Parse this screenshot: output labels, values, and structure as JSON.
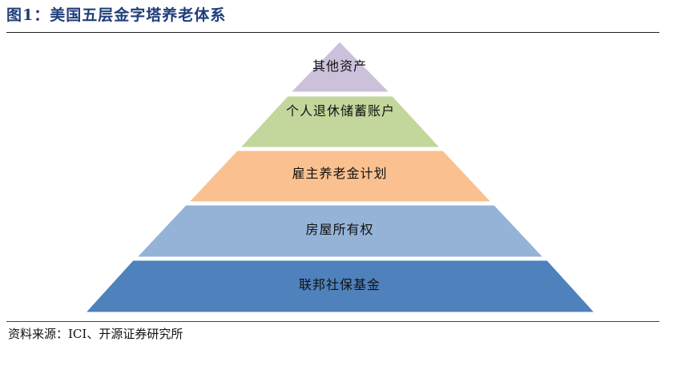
{
  "figure": {
    "title": "图1：美国五层金字塔养老体系",
    "source": "资料来源：ICI、开源证券研究所"
  },
  "pyramid": {
    "levels": [
      {
        "label": "其他资产",
        "color": "#ccc1da"
      },
      {
        "label": "个人退休储蓄账户",
        "color": "#c3d69b"
      },
      {
        "label": "雇主养老金计划",
        "color": "#fac090"
      },
      {
        "label": "房屋所有权",
        "color": "#95b3d7"
      },
      {
        "label": "联邦社保基金",
        "color": "#4f81bd"
      }
    ]
  }
}
